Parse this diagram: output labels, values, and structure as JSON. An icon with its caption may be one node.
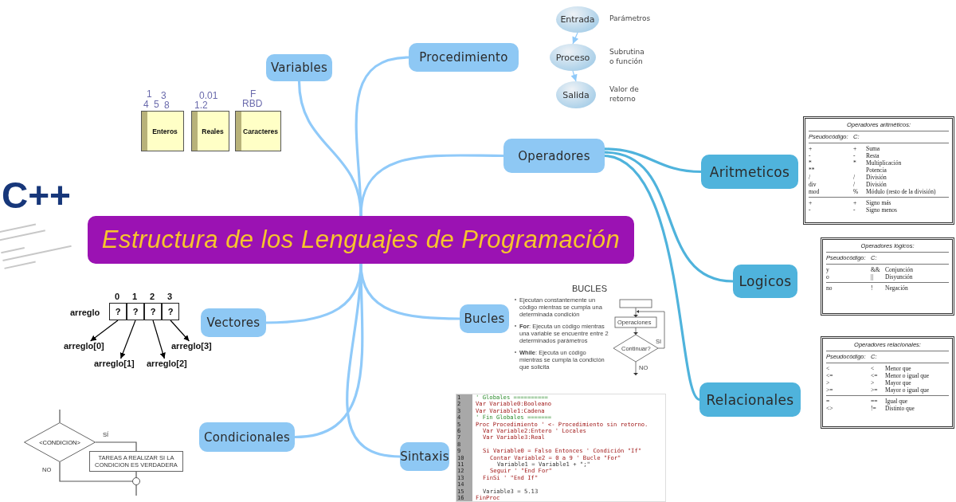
{
  "diagram": {
    "nodes": [
      {
        "text": [
          "Estructura de los Lenguajes de Programación"
        ]
      },
      {
        "text": [
          "Variables"
        ]
      },
      {
        "text": [
          "Procedimiento"
        ]
      },
      {
        "text": [
          "Operadores"
        ]
      },
      {
        "text": [
          "Aritmeticos"
        ]
      },
      {
        "text": [
          "Logicos"
        ]
      },
      {
        "text": [
          "Relacionales"
        ]
      },
      {
        "text": [
          "Vectores"
        ]
      },
      {
        "text": [
          "Bucles"
        ]
      },
      {
        "text": [
          "Condicionales"
        ]
      },
      {
        "text": [
          "Sintaxis"
        ]
      },
      {
        "text": [
          "Entrada"
        ],
        "beside": [
          "Parámetros"
        ]
      },
      {
        "text": [
          "Proceso"
        ],
        "beside": [
          "Subrutina o función"
        ]
      },
      {
        "text": [
          "Salida"
        ],
        "beside": [
          "Valor de retorno"
        ]
      },
      {
        "text": [
          "Enteros"
        ],
        "beside": [
          "1",
          "3",
          "4",
          "5",
          "8"
        ]
      },
      {
        "text": [
          "Reales"
        ],
        "beside": [
          "0.01",
          "1.2"
        ]
      },
      {
        "text": [
          "Caracteres"
        ],
        "beside": [
          "F",
          "RBD"
        ]
      },
      {
        "text": [
          "?"
        ]
      },
      {
        "text": [
          "?"
        ]
      },
      {
        "text": [
          "?"
        ]
      },
      {
        "text": [
          "?"
        ]
      },
      {
        "text": [
          "arreglo[0]"
        ]
      },
      {
        "text": [
          "arreglo[1]"
        ]
      },
      {
        "text": [
          "arreglo[2]"
        ]
      },
      {
        "text": [
          "arreglo[3]"
        ]
      },
      {
        "text": [
          "<CONDICION>"
        ]
      },
      {
        "text": [
          "TAREAS A REALIZAR SI LA CONDICION ES VERDADERA"
        ]
      },
      {
        "text": [],
        "shape": "circle"
      },
      {
        "text": [
          "BUCLES",
          "Ejecutan constantemente un código mientras se cumpla una determinada condición",
          "**For**: Ejecuta un código mientras una variable se encuentre entre 2 determinados parámetros",
          "**While**: Ejecuta un código mientras se cumpla la condición que solicita"
        ]
      },
      {
        "text": [
          "' Globales ==========",
          "Var Variable0:Booleano",
          "Var Variable1:Cadena",
          "' Fin Globales =======",
          "Proc Procedimiento ' <- Procedimiento sin retorno.",
          "Var Variable2:Entero ' Locales",
          "Var Variable3:Real",
          "Si Variable0 = Falso Entonces ' Condición \"If\"",
          "Contar Variable2 = 0 a 9 ' Bucle \"For\"",
          "Variable1 = Variable1 + \";\"",
          "Seguir ' \"End For\"",
          "FinSi ' \"End If\"",
          "Variable3 = 5.13",
          "FinProc"
        ]
      },
      {
        "text": [
          "Operadores aritméticos:",
          "Pseudocódigo:",
          "C:",
          "+",
          "+",
          "Suma",
          "-",
          "-",
          "Resta",
          "*",
          "*",
          "Multiplicación",
          "**",
          "Potencia",
          "/",
          "/",
          "División",
          "div",
          "/",
          "División",
          "mod",
          "%",
          "Módulo (resto de la división)",
          "+",
          "+",
          "Signo más",
          "-",
          "-",
          "Signo menos"
        ]
      },
      {
        "text": [
          "Operadores lógicos:",
          "Pseudocódigo:",
          "C:",
          "y",
          "&&",
          "Conjunción",
          "o",
          "||",
          "Disyunción",
          "no",
          "!",
          "Negación"
        ]
      },
      {
        "text": [
          "Operadores relacionales:",
          "Pseudocódigo:",
          "C:",
          "<",
          "<",
          "Menor que",
          "<=",
          "<=",
          "Menor o igual que",
          ">",
          ">",
          "Mayor que",
          ">=",
          ">=",
          "Mayor o igual que",
          "=",
          "==",
          "Igual que",
          "<>",
          "!=",
          "Distinto que"
        ]
      }
    ],
    "edges": [
      {
        "from": 0,
        "to": 1,
        "arrow": "none",
        "style": "thick"
      },
      {
        "from": 0,
        "to": 2,
        "arrow": "none",
        "style": "thick"
      },
      {
        "from": 0,
        "to": 3,
        "arrow": "none",
        "style": "thick"
      },
      {
        "from": 0,
        "to": 7,
        "arrow": "none",
        "style": "thick"
      },
      {
        "from": 0,
        "to": 8,
        "arrow": "none",
        "style": "thick"
      },
      {
        "from": 0,
        "to": 9,
        "arrow": "none",
        "style": "thick"
      },
      {
        "from": 0,
        "to": 10,
        "arrow": "none",
        "style": "thick"
      },
      {
        "from": 3,
        "to": 4,
        "arrow": "none",
        "style": "thick",
        "color": "#4fb3dc"
      },
      {
        "from": 3,
        "to": 5,
        "arrow": "none",
        "style": "thick",
        "color": "#4fb3dc"
      },
      {
        "from": 3,
        "to": 6,
        "arrow": "none",
        "style": "thick",
        "color": "#4fb3dc"
      },
      {
        "from": 11,
        "to": 12,
        "arrow": "to"
      },
      {
        "from": 12,
        "to": 13,
        "arrow": "to"
      },
      {
        "from": 17,
        "to": 21,
        "arrow": "to",
        "color": "#000000"
      },
      {
        "from": 18,
        "to": 22,
        "arrow": "to",
        "color": "#000000"
      },
      {
        "from": 19,
        "to": 23,
        "arrow": "to",
        "color": "#000000"
      },
      {
        "from": 20,
        "to": 24,
        "arrow": "to",
        "color": "#000000"
      },
      {
        "from": null,
        "to": 25,
        "arrow": "none",
        "color": "#555555"
      },
      {
        "from": 25,
        "to": 26,
        "arrow": "none",
        "label": "SÍ",
        "color": "#555555"
      },
      {
        "from": 25,
        "to": 27,
        "arrow": "none",
        "label": "NO",
        "color": "#555555"
      },
      {
        "from": 26,
        "to": 27,
        "arrow": "none",
        "color": "#555555"
      },
      {
        "from": 27,
        "to": null,
        "arrow": "none",
        "color": "#555555"
      }
    ],
    "labels": [
      "C++",
      "0",
      "1",
      "2",
      "3",
      "arreglo",
      "Operaciones",
      "Continuar?",
      "SI",
      "NO",
      "1",
      "2",
      "3",
      "4",
      "5",
      "6",
      "7",
      "8",
      "9",
      "10",
      "11",
      "12",
      "13",
      "14",
      "15",
      "16"
    ]
  }
}
